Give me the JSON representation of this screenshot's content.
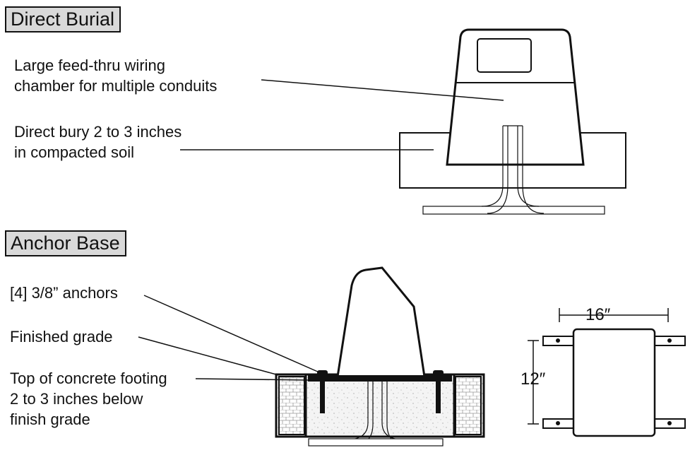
{
  "sections": {
    "direct_burial": {
      "title": "Direct Burial",
      "callouts": [
        {
          "line1": "Large feed-thru wiring",
          "line2": "chamber for multiple conduits"
        },
        {
          "line1": "Direct bury 2 to 3 inches",
          "line2": "in compacted soil"
        }
      ]
    },
    "anchor_base": {
      "title": "Anchor Base",
      "callouts": [
        {
          "line1": "[4] 3/8”  anchors"
        },
        {
          "line1": "Finished grade"
        },
        {
          "line1": "Top of concrete footing",
          "line2": "2 to 3 inches below",
          "line3": "finish grade"
        }
      ],
      "dimensions": {
        "width": "16″",
        "height": "12″"
      }
    }
  }
}
